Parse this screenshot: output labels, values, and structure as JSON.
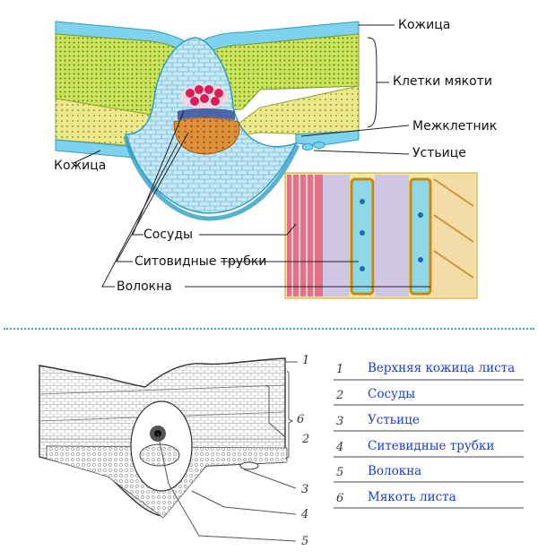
{
  "top_diagram": {
    "labels": {
      "epidermis_top": "Кожица",
      "mesophyll": "Клетки мякоти",
      "intercellular": "Межклетник",
      "stoma": "Устьице",
      "epidermis_left": "Кожица",
      "vessels": "Сосуды",
      "sieve_tubes": "Ситовидные трубки",
      "fibers": "Волокна"
    },
    "colors": {
      "epidermis": "#7fd2ec",
      "mesophyll": "#b9d448",
      "spongy": "#e6e27a",
      "xylem": "#d61f5a",
      "phloem": "#d8893a",
      "fiber_cells": "#c9d7ec"
    }
  },
  "bottom_diagram": {
    "numbers": [
      "1",
      "6",
      "2",
      "3",
      "4",
      "5"
    ],
    "answers": [
      {
        "num": "1",
        "text": "Верхняя кожица листа"
      },
      {
        "num": "2",
        "text": "Сосуды"
      },
      {
        "num": "3",
        "text": "Устьице"
      },
      {
        "num": "4",
        "text": "Ситевидные трубки"
      },
      {
        "num": "5",
        "text": "Волокна"
      },
      {
        "num": "6",
        "text": "Мякоть листа"
      }
    ],
    "colors": {
      "answer_text": "#1a3fd1",
      "divider": "#3aa6a0"
    }
  }
}
